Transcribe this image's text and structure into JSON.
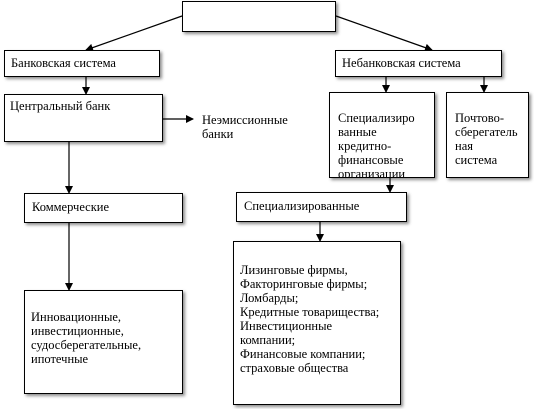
{
  "diagram": {
    "root": {
      "label": ""
    },
    "banking": {
      "label": "Банковская система",
      "central_bank": "Центральный банк",
      "non_issuing_banks": "Неэмиссионные\nбанки",
      "commercial": "Коммерческие",
      "commercial_types": "Инновационные,\nинвестиционные,\nсудосберегательные,\nипотечные"
    },
    "non_banking": {
      "label": "Небанковская система",
      "specialized_credit_orgs": "Специализиро\nванные\nкредитно-\nфинансовые\nорганизации",
      "postal_savings": "Почтово-\nсберегатель\nная\nсистема",
      "specialized": "Специализированные",
      "specialized_types": "Лизинговые фирмы,\nФакторинговые фирмы;\nЛомбарды;\nКредитные товарищества;\nИнвестиционные\nкомпании;\nФинансовые компании;\nстраховые общества"
    }
  }
}
